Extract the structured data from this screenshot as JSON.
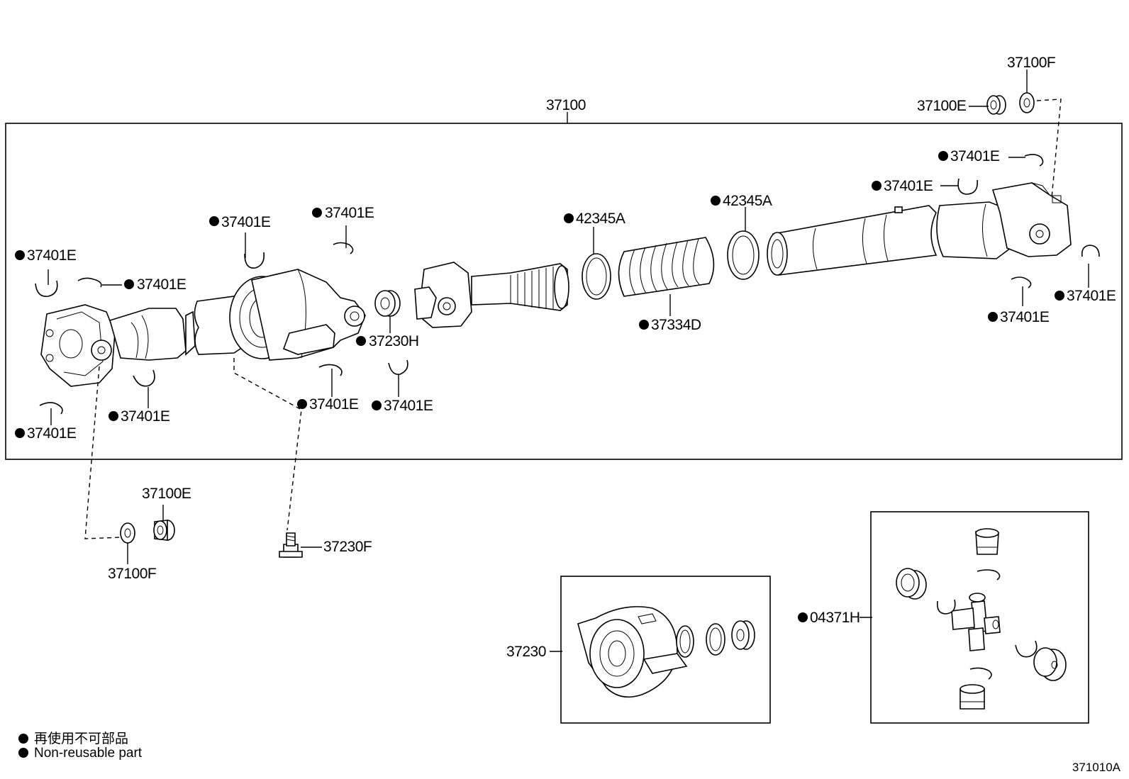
{
  "labels": {
    "assembly": "37100",
    "flange_nut_top": "37100E",
    "washer_top": "37100F",
    "flange_nut_bottom": "37100E",
    "washer_bottom": "37100F",
    "bolt": "37230F",
    "center_bearing": "37230",
    "universal_joint": "04371H",
    "cushion": "37230H",
    "boot": "37334D",
    "boot_clamp_left": "42345A",
    "boot_clamp_right": "42345A",
    "snap_ring_1": "37401E",
    "snap_ring_2": "37401E",
    "snap_ring_3": "37401E",
    "snap_ring_4": "37401E",
    "snap_ring_5": "37401E",
    "snap_ring_6": "37401E",
    "snap_ring_7": "37401E",
    "snap_ring_8": "37401E",
    "snap_ring_9": "37401E",
    "snap_ring_10": "37401E",
    "snap_ring_11": "37401E",
    "snap_ring_12": "37401E"
  },
  "legend": {
    "japanese": "再使用不可部品",
    "english": "Non-reusable part"
  },
  "document_code": "371010A"
}
